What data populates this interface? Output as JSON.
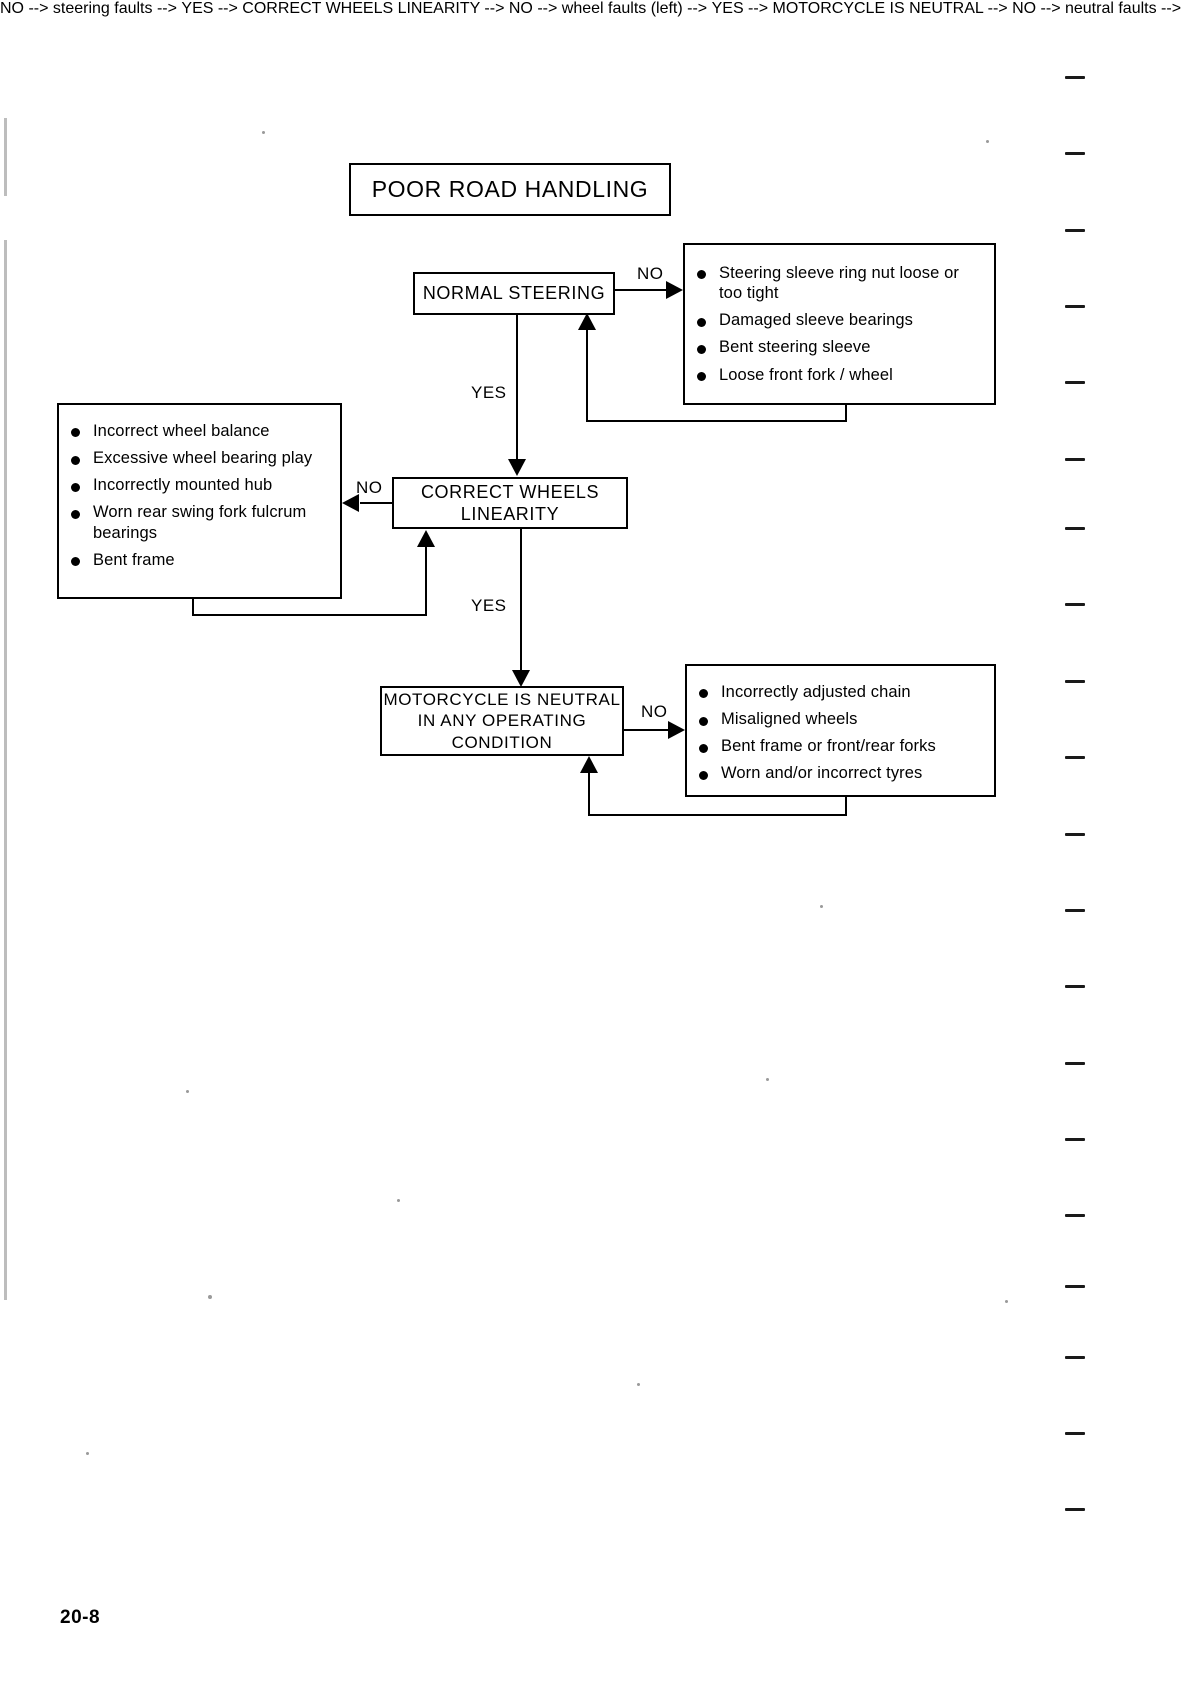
{
  "document": {
    "page_number": "20-8"
  },
  "diagram": {
    "type": "troubleshooting-flowchart",
    "title": "POOR ROAD HANDLING",
    "nodes": {
      "title_box": {
        "label": "POOR ROAD HANDLING"
      },
      "normal_steering": {
        "label": "NORMAL STEERING"
      },
      "steering_faults": {
        "items": [
          "Steering sleeve ring nut loose or too tight",
          "Damaged sleeve bearings",
          "Bent steering sleeve",
          "Loose front fork / wheel"
        ]
      },
      "correct_wheels_linearity": {
        "label": "CORRECT WHEELS\nLINEARITY"
      },
      "wheel_faults": {
        "items": [
          "Incorrect wheel balance",
          "Excessive wheel bearing play",
          "Incorrectly mounted hub",
          "Worn rear swing fork fulcrum bearings",
          "Bent frame"
        ]
      },
      "motorcycle_neutral": {
        "label": "MOTORCYCLE IS NEUTRAL\nIN ANY OPERATING\nCONDITION"
      },
      "neutral_faults": {
        "items": [
          "Incorrectly adjusted chain",
          "Misaligned wheels",
          "Bent frame or front/rear forks",
          "Worn and/or incorrect tyres"
        ]
      }
    },
    "edge_labels": {
      "no_1": "NO",
      "yes_1": "YES",
      "no_2": "NO",
      "yes_2": "YES",
      "no_3": "NO"
    }
  }
}
